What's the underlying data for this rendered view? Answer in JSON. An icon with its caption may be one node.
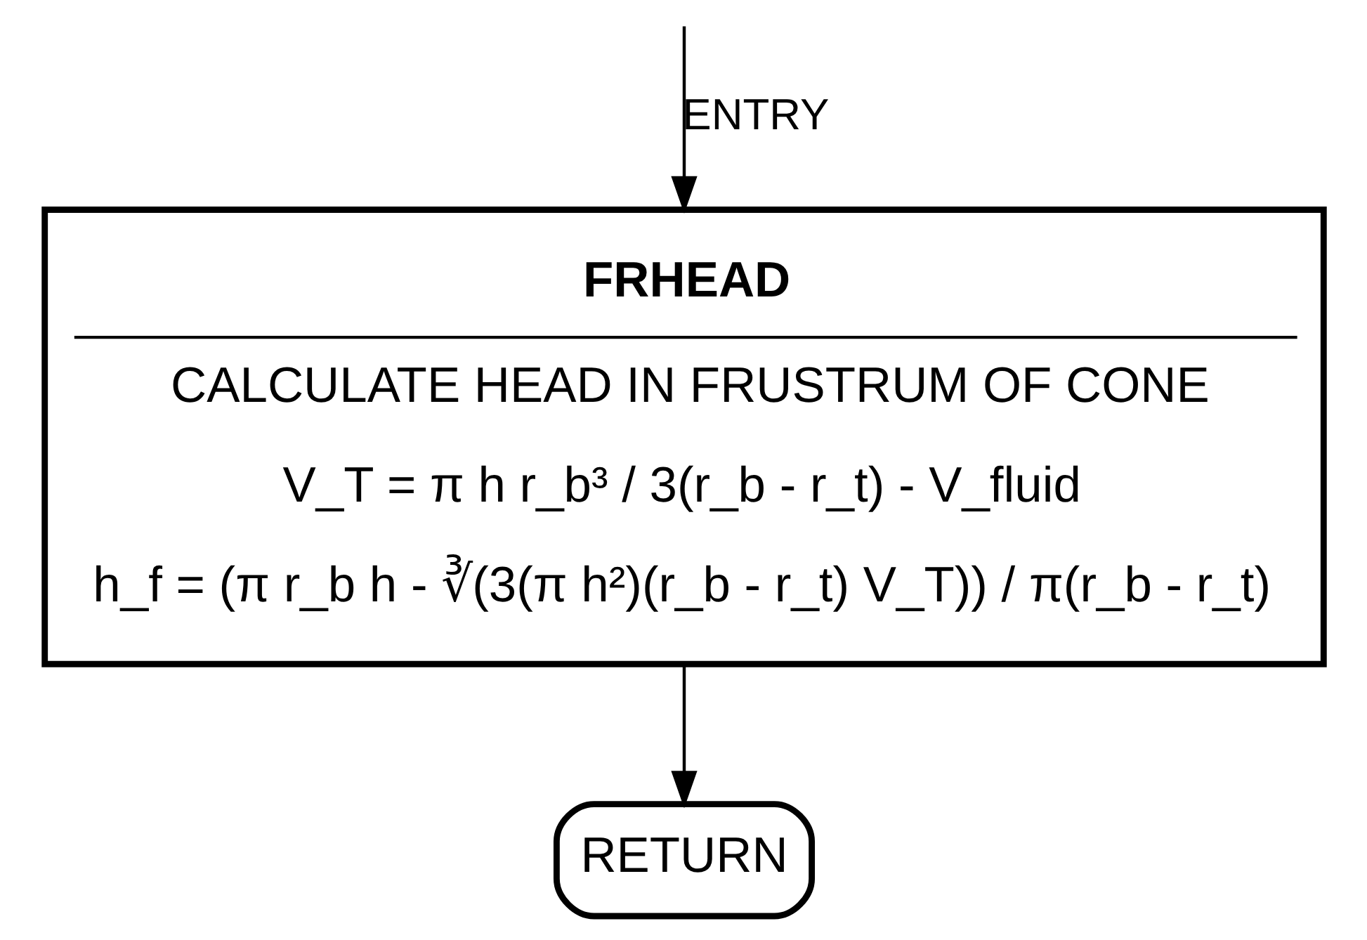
{
  "diagram": {
    "nodes": [
      {
        "text": [
          "FRHEAD",
          "CALCULATE HEAD IN FRUSTRUM OF CONE",
          "V_T = π h r_b³ / 3(r_b - r_t) - V_fluid",
          "h_f = (π r_b h - ∛(3(π h²)(r_b - r_t) V_T)) / π(r_b - r_t)"
        ]
      },
      {
        "text": [
          "RETURN"
        ]
      }
    ],
    "edges": [
      {
        "from": null,
        "to": 0,
        "arrow": "to",
        "label": "ENTRY"
      },
      {
        "from": 0,
        "to": 1,
        "arrow": "to"
      }
    ]
  }
}
